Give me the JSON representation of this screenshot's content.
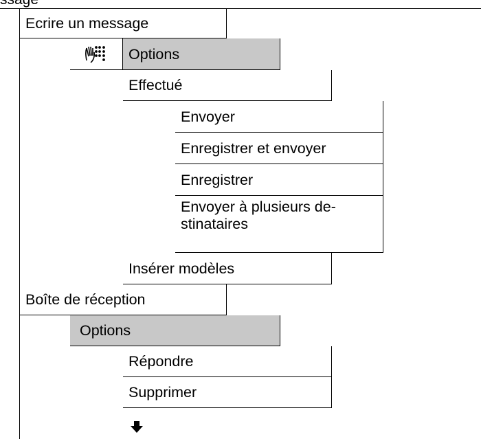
{
  "header": {
    "partial_word": "ssage"
  },
  "section_write": {
    "title": "Ecrire un message",
    "icon": "keypad-hand-icon",
    "options_label": "Options",
    "done_label": "Effectué",
    "submenu": [
      "Envoyer",
      "Enregistrer et envoyer",
      "Enregistrer",
      "Envoyer à plusieurs de-stinataires"
    ],
    "submenu_multiline": [
      "Envoyer à plusieurs de-",
      "stinataires"
    ],
    "insert_templates_label": "Insérer modèles"
  },
  "section_inbox": {
    "title": "Boîte de réception",
    "options_label": "Options",
    "items": [
      "Répondre",
      "Supprimer"
    ],
    "more_icon": "arrow-down-icon"
  },
  "colors": {
    "highlight": "#c8c8c8",
    "line": "#000000"
  }
}
